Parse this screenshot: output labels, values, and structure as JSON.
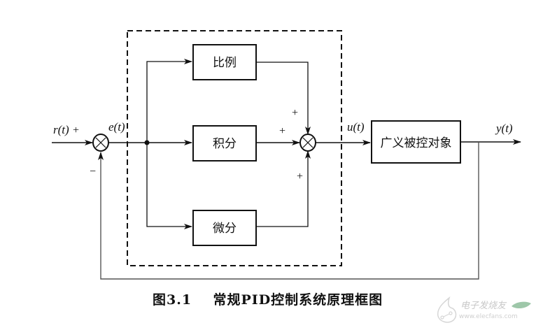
{
  "diagram": {
    "title": "常规PID控制系统原理框图",
    "figure_number": "图3.1",
    "caption": "图3.1    常规PID控制系统原理框图",
    "signals": {
      "reference": "r(t)",
      "error": "e(t)",
      "control": "u(t)",
      "output": "y(t)"
    },
    "blocks": {
      "proportional": "比例",
      "integral": "积分",
      "derivative": "微分",
      "plant": "广义被控对象"
    },
    "summing_junctions": {
      "input_sum": {
        "symbol": "×",
        "signs": {
          "reference": "+",
          "feedback": "−"
        }
      },
      "controller_sum": {
        "symbol": "×",
        "signs": {
          "proportional": "+",
          "integral": "+",
          "derivative": "+"
        }
      }
    },
    "controller_boundary": "dashed"
  },
  "watermark": {
    "name": "电子发烧友",
    "url": "www.elecfans.com"
  },
  "colors": {
    "line": "#111111",
    "feedback_line": "#555555",
    "background": "#ffffff",
    "watermark_leaf": "#4f9a64"
  }
}
